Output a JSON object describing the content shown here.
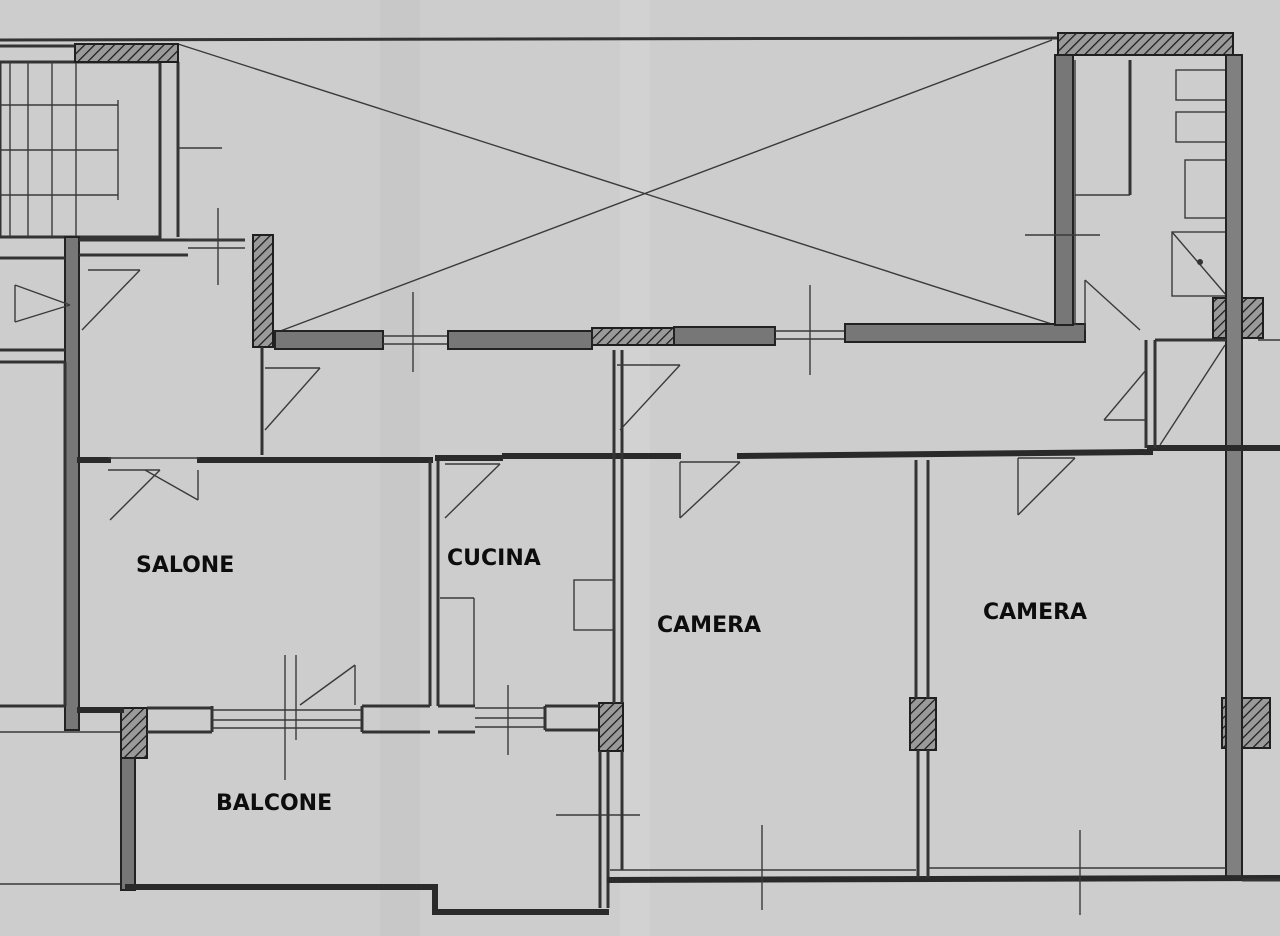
{
  "rooms": {
    "salone": "SALONE",
    "cucina": "CUCINA",
    "camera_1": "CAMERA",
    "camera_2": "CAMERA",
    "balcone": "BALCONE"
  },
  "colors": {
    "paper": "#cfcfcf",
    "ink": "#2a2a2a"
  }
}
